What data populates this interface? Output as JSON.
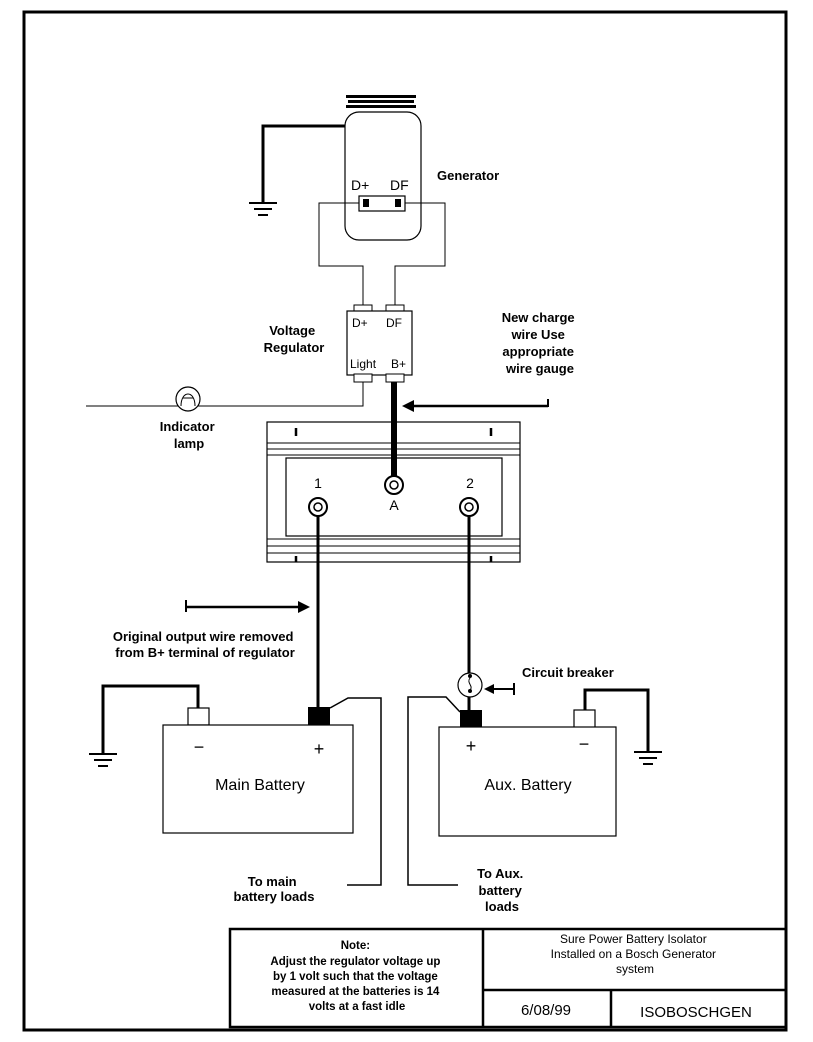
{
  "labels": {
    "generator": "Generator",
    "gen_d_plus": "D+",
    "gen_df": "DF",
    "voltage_regulator": [
      "Voltage",
      "Regulator"
    ],
    "reg_d_plus": "D+",
    "reg_df": "DF",
    "reg_light": "Light",
    "reg_b_plus": "B+",
    "new_charge_wire": [
      "New charge",
      "wire  Use",
      "appropriate",
      "wire gauge"
    ],
    "indicator_lamp": [
      "Indicator",
      "lamp"
    ],
    "isolator_terminal_1": "1",
    "isolator_terminal_a": "A",
    "isolator_terminal_2": "2",
    "original_output_wire": [
      "Original output wire removed",
      "from B+ terminal of regulator"
    ],
    "circuit_breaker": "Circuit breaker",
    "main_battery": "Main Battery",
    "main_minus": "−",
    "main_plus": "+",
    "aux_battery": "Aux. Battery",
    "aux_plus": "+",
    "aux_minus": "−",
    "main_loads": [
      "To main",
      "battery loads"
    ],
    "aux_loads": [
      "To Aux.",
      "battery",
      "loads"
    ]
  },
  "title_block": {
    "note": [
      "Note:",
      "Adjust the regulator voltage up",
      "by 1 volt such that the voltage",
      "measured at the batteries is 14",
      "volts at a fast idle"
    ],
    "title": [
      "Sure Power Battery Isolator",
      "Installed on a Bosch Generator",
      "system"
    ],
    "date": "6/08/99",
    "drawing_id": "ISOBOSCHGEN"
  }
}
